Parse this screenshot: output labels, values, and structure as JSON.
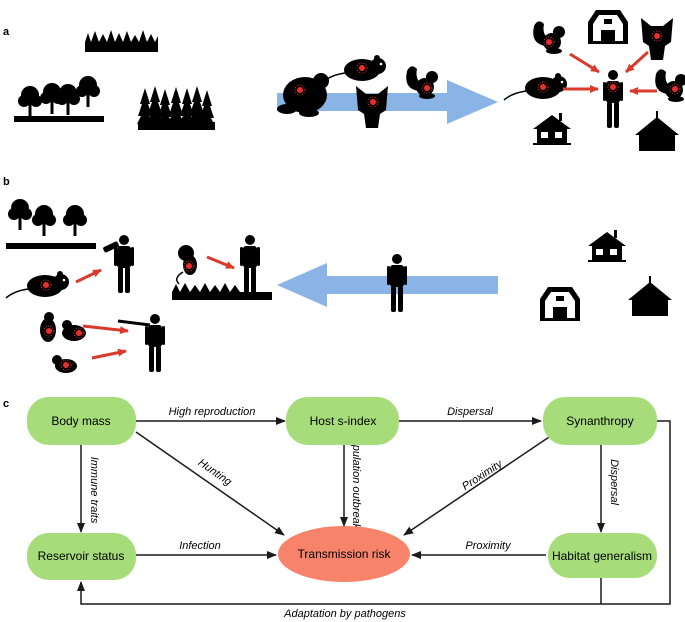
{
  "panels": {
    "a": "a",
    "b": "b",
    "c": "c"
  },
  "colors": {
    "node_fill": "#a6dd7a",
    "risk_fill": "#f7836a",
    "big_arrow": "#8ab4e6",
    "small_arrow": "#d93a2b",
    "pathogen": "#e8302a"
  },
  "nodes": {
    "body_mass": "Body mass",
    "host_s_index": "Host s-index",
    "synanthropy": "Synanthropy",
    "reservoir_status": "Reservoir status",
    "transmission_risk": "Transmission risk",
    "habitat_generalism": "Habitat generalism"
  },
  "edges": {
    "high_reproduction": "High reproduction",
    "dispersal_top": "Dispersal",
    "immune_traits": "Immune traits",
    "hunting": "Hunting",
    "population_outbreaks": "Population outbreaks",
    "proximity_diag": "Proximity",
    "dispersal_right": "Dispersal",
    "infection": "Infection",
    "proximity_bottom": "Proximity",
    "adaptation": "Adaptation by pathogens"
  }
}
